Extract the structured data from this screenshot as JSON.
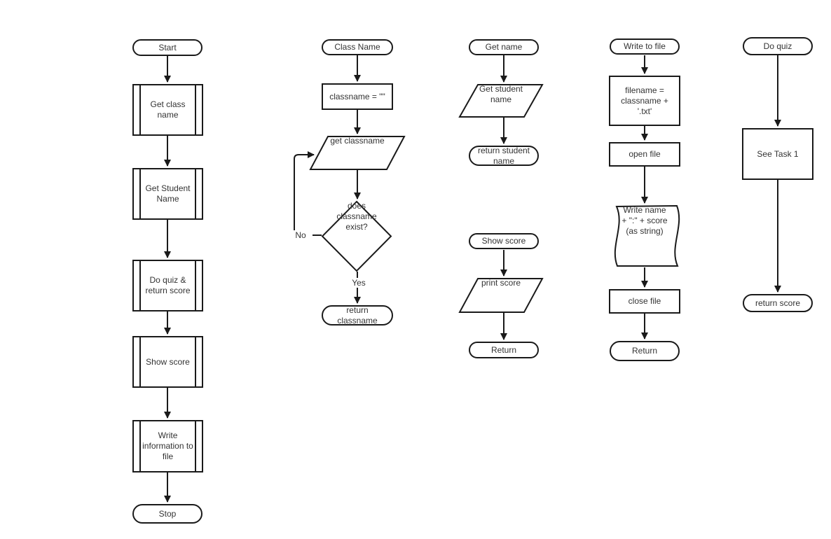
{
  "colors": {
    "background": "#ffffff",
    "stroke": "#1a1a1a",
    "text": "#333333"
  },
  "nodes": {
    "main": {
      "start": "Start",
      "step1": "Get class\nname",
      "step2": "Get Student\nName",
      "step3": "Do quiz &\nreturn score",
      "step4": "Show score",
      "step5": "Write\ninformation to\nfile",
      "stop": "Stop"
    },
    "class_name": {
      "title": "Class Name",
      "init": "classname = \"\"",
      "input": "get classname",
      "decision": "does\nclassname\nexist?",
      "no": "No",
      "yes": "Yes",
      "return": "return\nclassname"
    },
    "get_name": {
      "title": "Get name",
      "input": "Get student\nname",
      "return": "return student\nname"
    },
    "show_score": {
      "title": "Show score",
      "output": "print score",
      "return": "Return"
    },
    "write_to_file": {
      "title": "Write to file",
      "step1": "filename =\nclassname +\n'.txt'",
      "step2": "open file",
      "step3": "Write name\n+ \":\" + score\n(as string)",
      "step4": "close file",
      "return": "Return"
    },
    "do_quiz": {
      "title": "Do quiz",
      "body": "See Task 1",
      "return": "return score"
    }
  }
}
